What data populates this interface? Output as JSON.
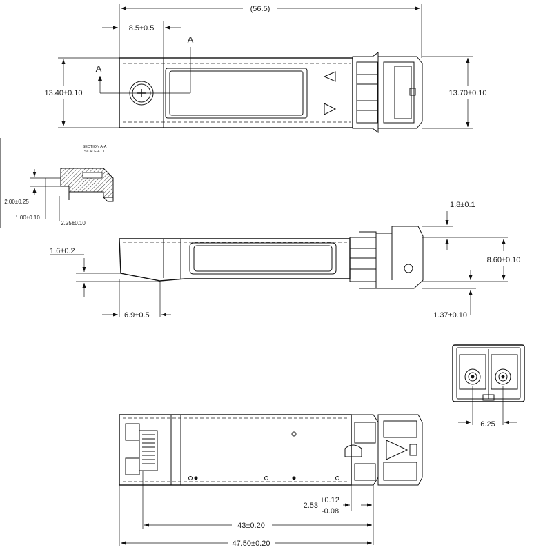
{
  "dimensions": {
    "overall_length": "(56.5)",
    "latch_offset": "8.5±0.5",
    "section_mark": "A",
    "body_width": "13.40±0.10",
    "latch_width": "13.70±0.10",
    "section_title": "SECTION A-A",
    "section_scale": "SCALE 4 : 1",
    "sec_dim_1": "2.00±0.25",
    "sec_dim_2": "1.00±0.10",
    "sec_dim_3": "2.25±0.10",
    "top_step": "1.8±0.1",
    "bottom_step": "1.6±0.2",
    "nose_height": "8.60±0.10",
    "nose_offset": "1.37±0.10",
    "rear_offset": "6.9±0.5",
    "port_pitch": "6.25",
    "tol_nominal": "2.53",
    "tol_plus": "+0.12",
    "tol_minus": "-0.08",
    "contact_length": "43±0.20",
    "total_length": "47.50±0.20"
  }
}
